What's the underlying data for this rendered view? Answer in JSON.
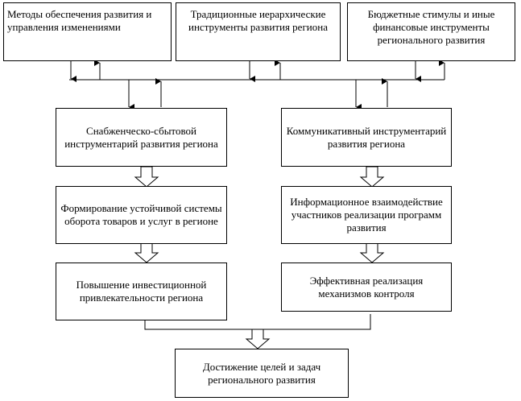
{
  "top_boxes": [
    {
      "text": "Методы обеспечения развития и управления изменениями"
    },
    {
      "text": "Традиционные иерархические инструменты развития региона"
    },
    {
      "text": "Бюджетные стимулы и иные финансовые инструменты регионального развития"
    }
  ],
  "left_column": [
    {
      "text": "Снабженческо-сбытовой инструментарий развития региона"
    },
    {
      "text": "Формирование устойчивой системы оборота товаров и услуг в регионе"
    },
    {
      "text": "Повышение инвестиционной привлекательности региона"
    }
  ],
  "right_column": [
    {
      "text": "Коммуникативный инструментарий развития региона"
    },
    {
      "text": "Информационное взаимодействие участников реализации программ развития"
    },
    {
      "text": "Эффективная реализация механизмов контроля"
    }
  ],
  "bottom_box": {
    "text": "Достижение целей и задач регионального развития"
  }
}
